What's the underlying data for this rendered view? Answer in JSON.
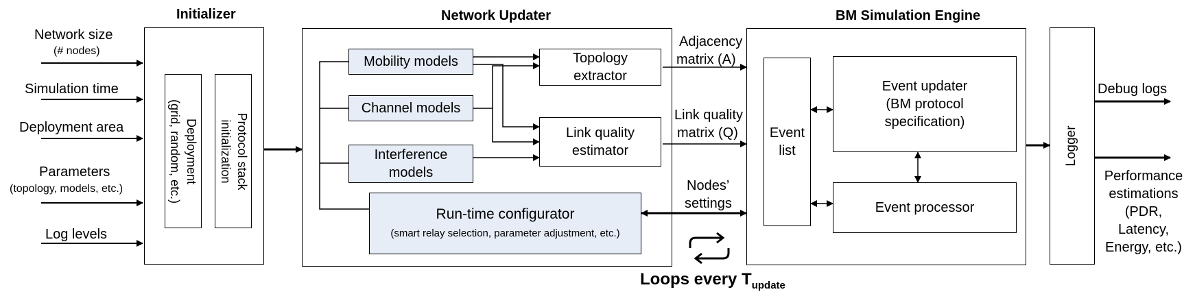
{
  "titles": {
    "initializer": "Initializer",
    "network_updater": "Network Updater",
    "bm_engine": "BM Simulation Engine"
  },
  "inputs": {
    "network_size": "Network size",
    "network_size_sub": "(# nodes)",
    "simulation_time": "Simulation time",
    "deployment_area": "Deployment  area",
    "parameters": "Parameters",
    "parameters_sub": "(topology, models, etc.)",
    "log_levels": "Log levels"
  },
  "initializer": {
    "deployment_line1": "Deployment",
    "deployment_line2": "(grid, random, etc.)",
    "protocol_line1": "Protocol stack",
    "protocol_line2": "initialization"
  },
  "updater": {
    "mobility": "Mobility models",
    "channel": "Channel models",
    "interference_line1": "Interference",
    "interference_line2": "models",
    "topology_line1": "Topology",
    "topology_line2": "extractor",
    "linkq_line1": "Link quality",
    "linkq_line2": "estimator",
    "runtime": "Run-time configurator",
    "runtime_sub": "(smart relay selection, parameter adjustment, etc.)"
  },
  "connectors": {
    "adjacency_line1": "Adjacency",
    "adjacency_line2": "matrix (A)",
    "linkq_line1": "Link quality",
    "linkq_line2": "matrix (Q)",
    "nodes_line1": "Nodes’",
    "nodes_line2": "settings"
  },
  "engine": {
    "event_list_line1": "Event",
    "event_list_line2": "list",
    "updater_line1": "Event updater",
    "updater_line2": "(BM protocol",
    "updater_line3": "specification)",
    "processor": "Event processor"
  },
  "logger": "Logger",
  "outputs": {
    "debug_logs": "Debug logs",
    "perf_line1": "Performance",
    "perf_line2": "estimations",
    "perf_line3": "(PDR,",
    "perf_line4": "Latency,",
    "perf_line5": "Energy, etc.)"
  },
  "loop": {
    "label": "Loops every T",
    "subscript": "update"
  }
}
